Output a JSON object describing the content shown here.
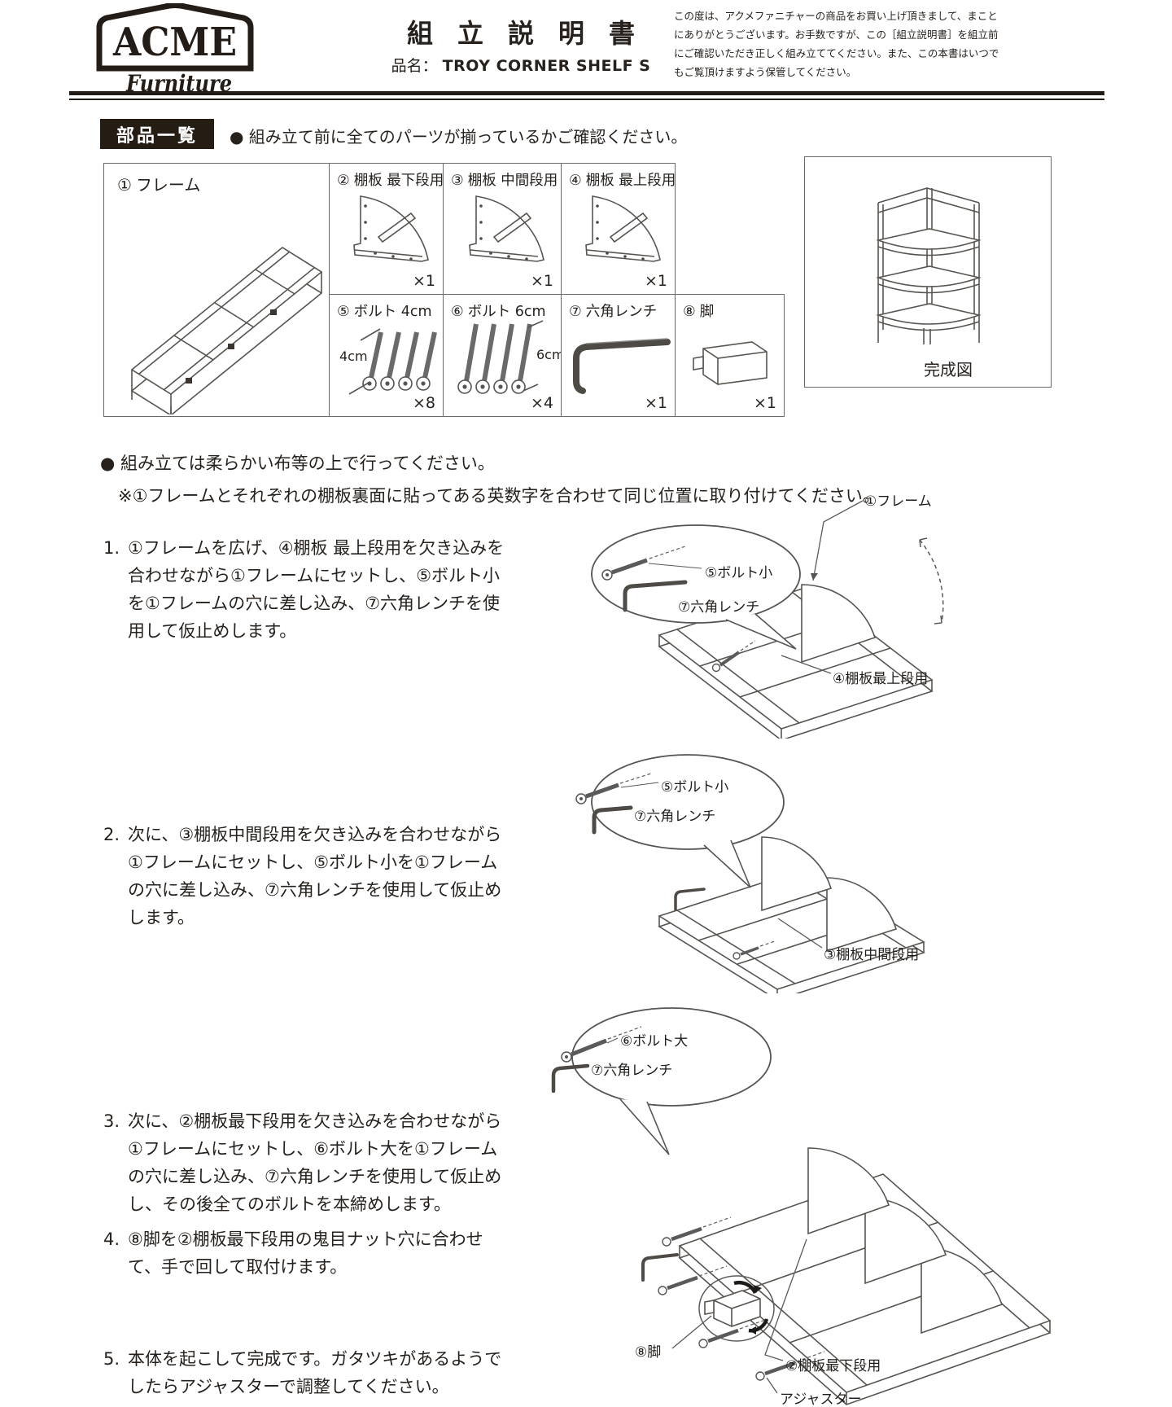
{
  "header": {
    "brand": "ACME",
    "brand_sub": "Furniture",
    "title": "組立説明書",
    "product_label": "品名：",
    "product_name": "TROY CORNER SHELF S",
    "notice": "この度は、アクメファニチャーの商品をお買い上げ頂きまして、まことにありがとうございます。お手数ですが、この［組立説明書］を組立前にご確認いただき正しく組み立ててください。また、この本書はいつでもご覧頂けますよう保管してください。"
  },
  "parts": {
    "section_label": "部品一覧",
    "check_note": "● 組み立て前に全てのパーツが揃っているかご確認ください。",
    "items": [
      {
        "num": "①",
        "name": "フレーム",
        "qty": ""
      },
      {
        "num": "②",
        "name": "棚板 最下段用",
        "qty": "×1"
      },
      {
        "num": "③",
        "name": "棚板 中間段用",
        "qty": "×1"
      },
      {
        "num": "④",
        "name": "棚板 最上段用",
        "qty": "×1"
      },
      {
        "num": "⑤",
        "name": "ボルト 4cm",
        "qty": "×8",
        "dim": "4cm"
      },
      {
        "num": "⑥",
        "name": "ボルト 6cm",
        "qty": "×4",
        "dim": "6cm"
      },
      {
        "num": "⑦",
        "name": "六角レンチ",
        "qty": "×1"
      },
      {
        "num": "⑧",
        "name": "脚",
        "qty": "×1"
      }
    ],
    "finished_label": "完成図"
  },
  "notes": {
    "surface": "● 組み立ては柔らかい布等の上で行ってください。",
    "alignment": "※①フレームとそれぞれの棚板裏面に貼ってある英数字を合わせて同じ位置に取り付けてください。"
  },
  "steps": [
    {
      "no": "1.",
      "text": "①フレームを広げ、④棚板 最上段用を欠き込みを合わせながら①フレームにセットし、⑤ボルト小を①フレームの穴に差し込み、⑦六角レンチを使用して仮止めします。"
    },
    {
      "no": "2.",
      "text": "次に、③棚板中間段用を欠き込みを合わせながら①フレームにセットし、⑤ボルト小を①フレームの穴に差し込み、⑦六角レンチを使用して仮止めします。"
    },
    {
      "no": "3.",
      "text": "次に、②棚板最下段用を欠き込みを合わせながら①フレームにセットし、⑥ボルト大を①フレームの穴に差し込み、⑦六角レンチを使用して仮止めし、その後全てのボルトを本締めします。"
    },
    {
      "no": "4.",
      "text": "⑧脚を②棚板最下段用の鬼目ナット穴に合わせて、手で回して取付けます。"
    },
    {
      "no": "5.",
      "text": "本体を起こして完成です。ガタツキがあるようでしたらアジャスターで調整してください。"
    }
  ],
  "diagrams": {
    "step1": {
      "bolt": "⑤ボルト小",
      "wrench": "⑦六角レンチ",
      "frame": "①フレーム",
      "shelf": "④棚板最上段用"
    },
    "step2": {
      "bolt": "⑤ボルト小",
      "wrench": "⑦六角レンチ",
      "shelf": "③棚板中間段用"
    },
    "step3": {
      "bolt": "⑥ボルト大",
      "wrench": "⑦六角レンチ",
      "leg": "⑧脚",
      "shelf": "②棚板最下段用",
      "adjuster": "アジャスター"
    }
  },
  "colors": {
    "ink": "#26211d",
    "label_bg": "#251c14",
    "line": "#585450"
  }
}
